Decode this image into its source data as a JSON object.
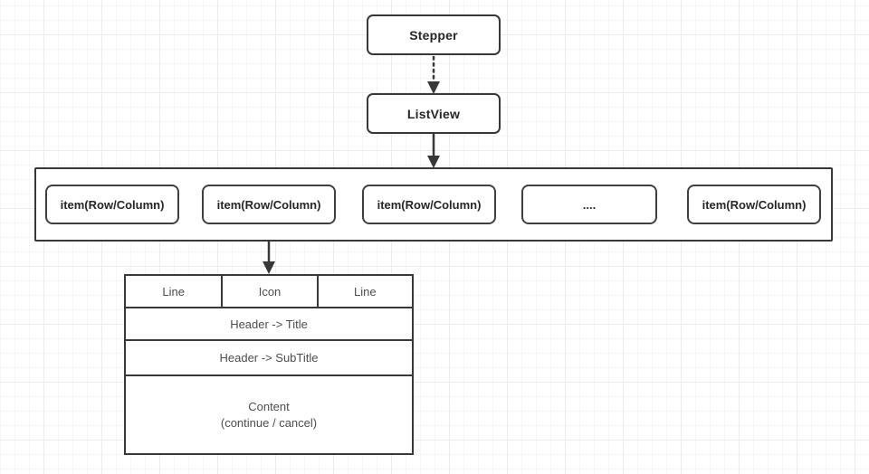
{
  "diagram": {
    "nodes": {
      "stepper": {
        "label": "Stepper"
      },
      "listview": {
        "label": "ListView"
      }
    },
    "list_items": [
      {
        "label": "item(Row/Column)"
      },
      {
        "label": "item(Row/Column)"
      },
      {
        "label": "item(Row/Column)"
      },
      {
        "label": "...."
      },
      {
        "label": "item(Row/Column)"
      }
    ],
    "item_card": {
      "top_cells": [
        {
          "label": "Line"
        },
        {
          "label": "Icon"
        },
        {
          "label": "Line"
        }
      ],
      "title_row": "Header -> Title",
      "subtitle_row": "Header -> SubTitle",
      "content_line1": "Content",
      "content_line2": "(continue / cancel)"
    },
    "colors": {
      "shape_border": "#383838",
      "node_text": "#262626",
      "card_text": "#4d4d4d",
      "canvas_bg": "#ffffff",
      "grid_minor": "#f6f6f6",
      "grid_major": "#ececec"
    }
  }
}
